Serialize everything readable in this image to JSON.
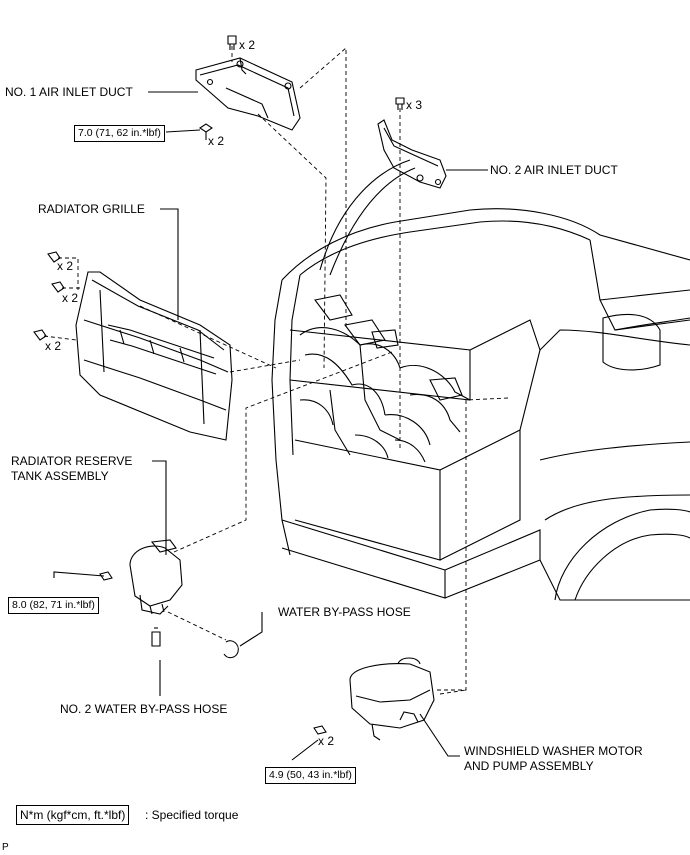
{
  "parts": {
    "no1_air_inlet_duct": "NO. 1 AIR INLET DUCT",
    "no2_air_inlet_duct": "NO. 2 AIR INLET DUCT",
    "radiator_grille": "RADIATOR GRILLE",
    "radiator_reserve_tank_line1": "RADIATOR RESERVE",
    "radiator_reserve_tank_line2": "TANK ASSEMBLY",
    "water_bypass_hose": "WATER BY-PASS HOSE",
    "no2_water_bypass_hose": "NO. 2 WATER BY-PASS HOSE",
    "washer_motor_line1": "WINDSHIELD WASHER MOTOR",
    "washer_motor_line2": "AND PUMP ASSEMBLY"
  },
  "quantities": {
    "duct1_top": "x 2",
    "duct1_bolt": "x 2",
    "duct2_clip": "x 3",
    "grille_clip_1": "x 2",
    "grille_clip_2": "x 2",
    "grille_clip_3": "x 2",
    "washer_bolt": "x 2"
  },
  "torques": {
    "duct1": "7.0 (71, 62 in.*lbf)",
    "reserve_tank": "8.0 (82, 71 in.*lbf)",
    "washer": "4.9 (50, 43 in.*lbf)"
  },
  "legend": {
    "symbol": "N*m (kgf*cm, ft.*lbf)",
    "text": ": Specified torque"
  },
  "page_code": "P"
}
